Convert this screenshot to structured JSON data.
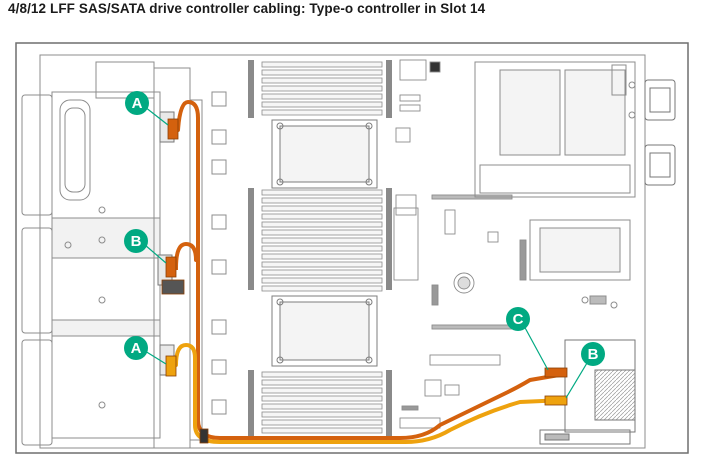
{
  "title": "4/8/12 LFF SAS/SATA drive controller cabling: Type-o controller in Slot 14",
  "colors": {
    "callout": "#01a982",
    "cable_orange_dark": "#d4610e",
    "cable_orange_light": "#eea20e",
    "board_line": "#8c8c8c",
    "component": "#d0d0d0"
  },
  "callouts": [
    {
      "id": "a-top",
      "label": "A"
    },
    {
      "id": "b-mid",
      "label": "B"
    },
    {
      "id": "a-bottom",
      "label": "A"
    },
    {
      "id": "c-right",
      "label": "C"
    },
    {
      "id": "b-right",
      "label": "B"
    }
  ]
}
